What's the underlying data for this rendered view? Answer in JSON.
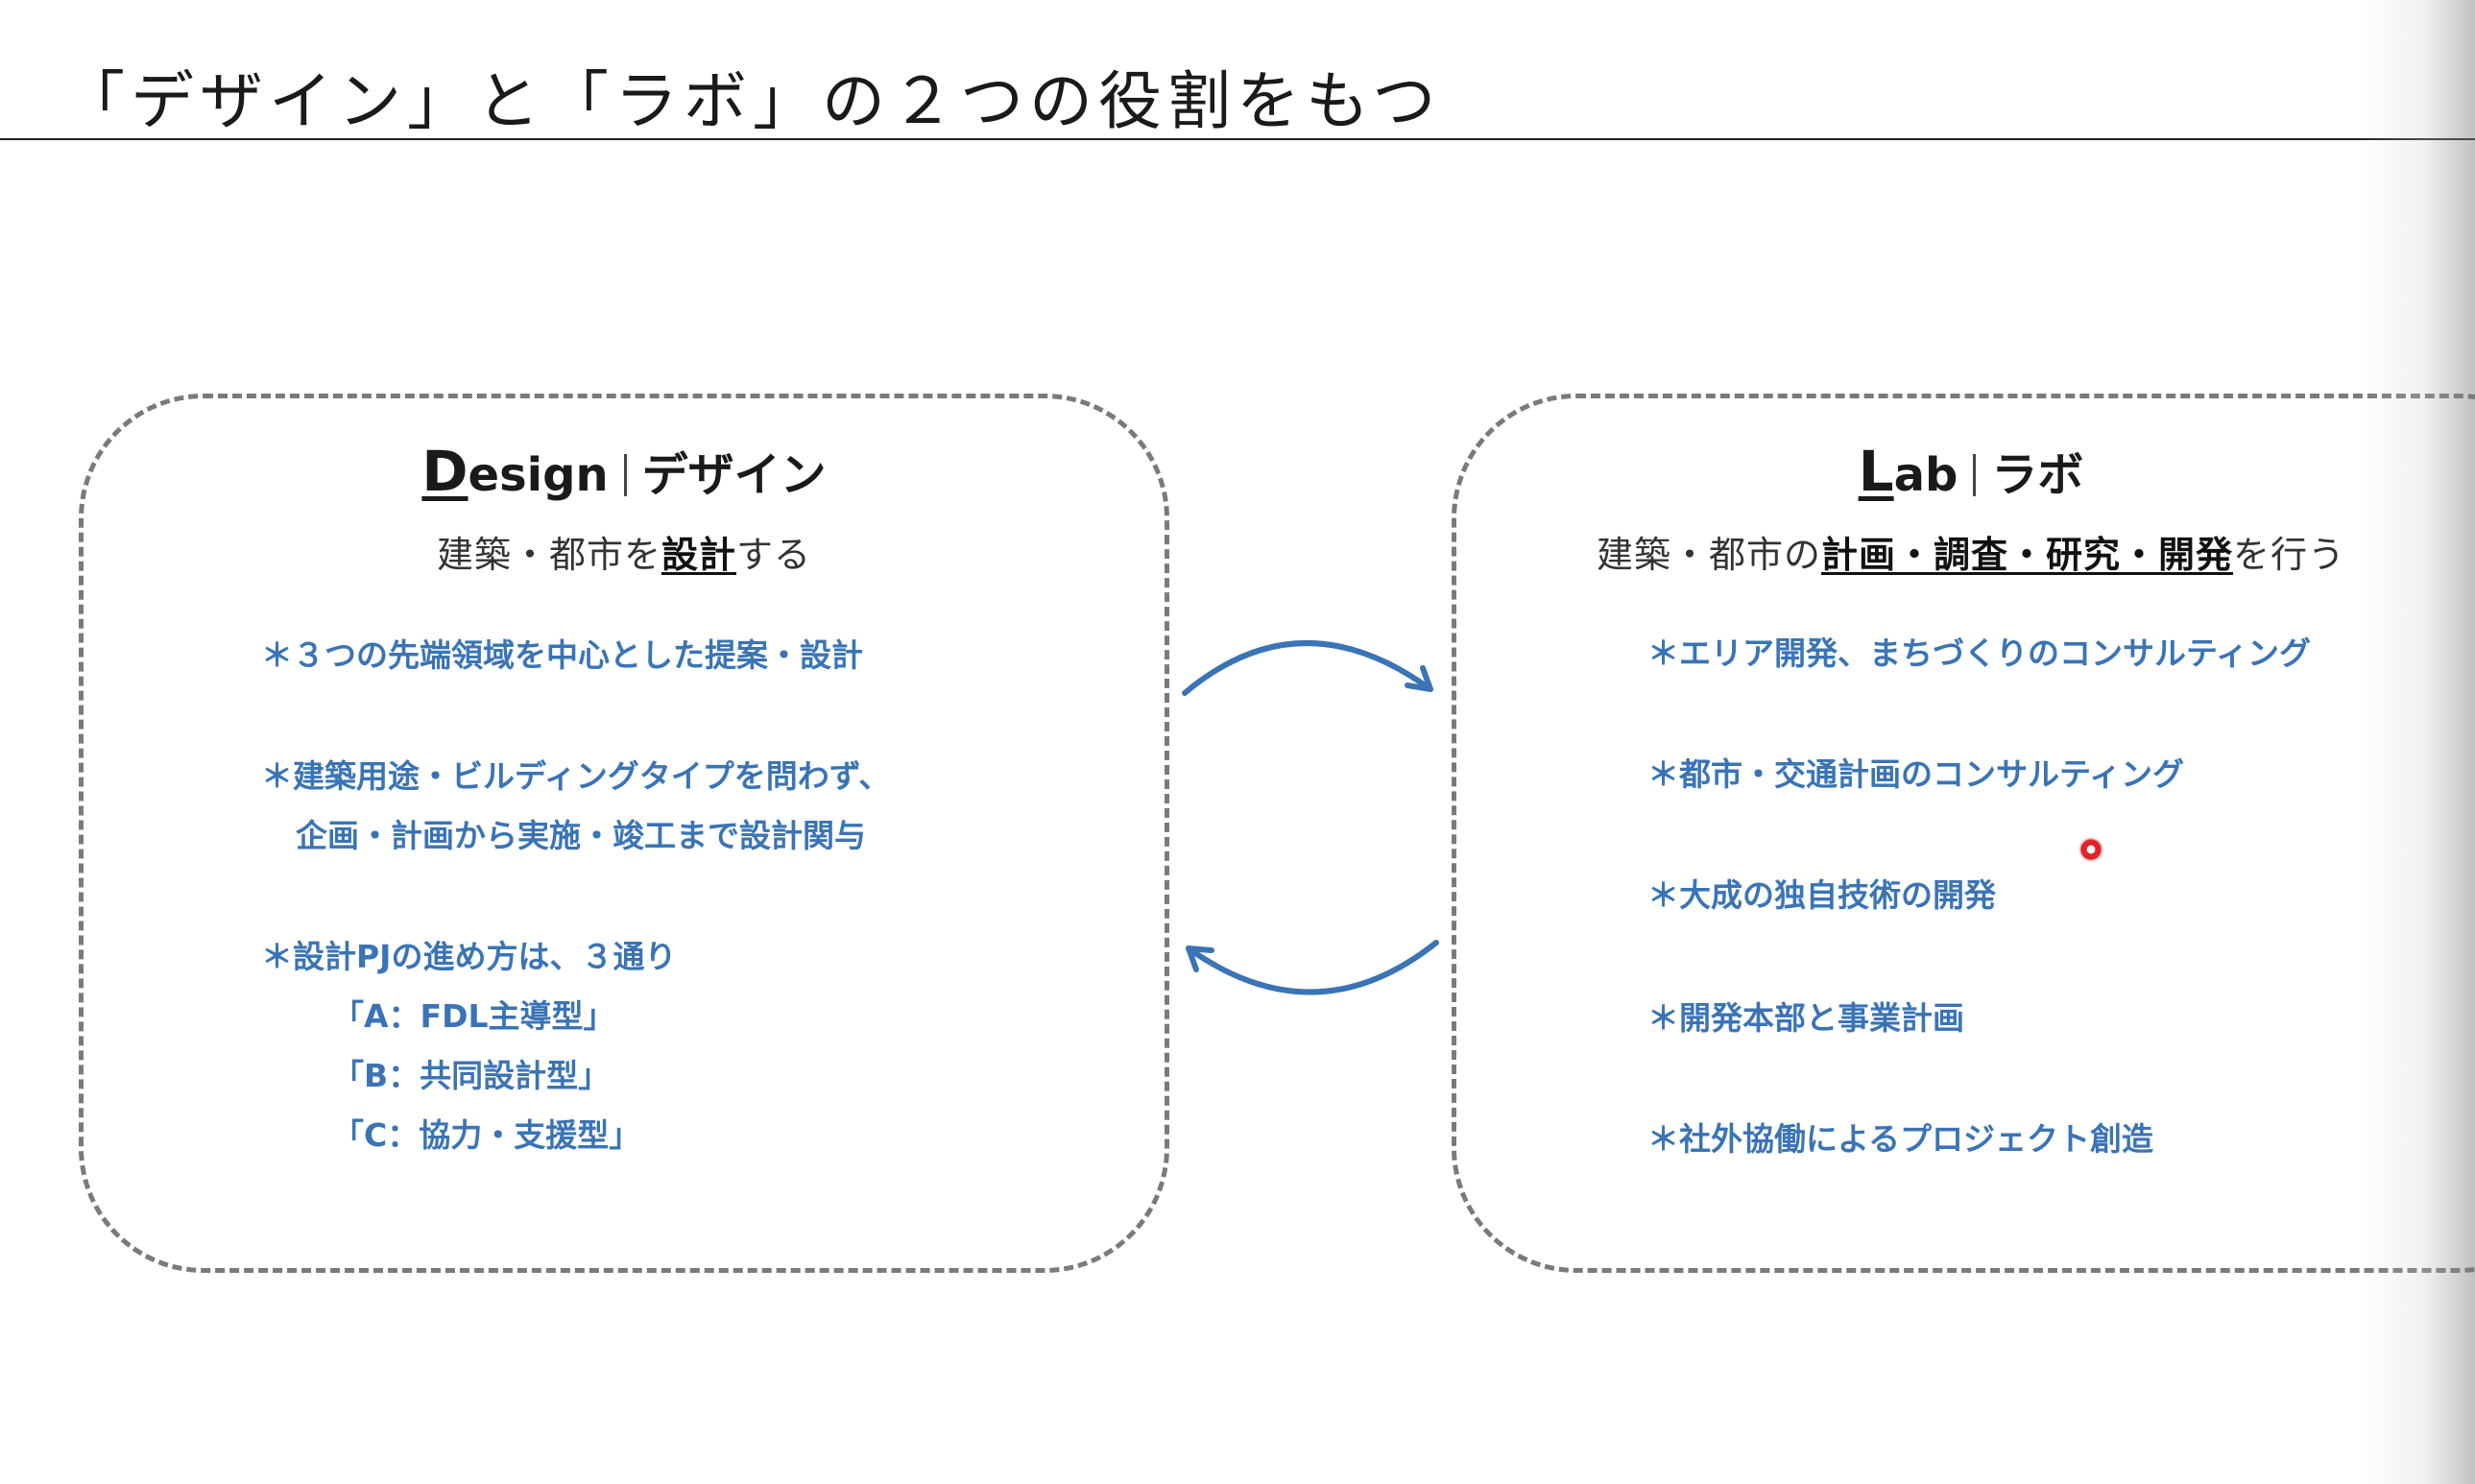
{
  "title": "「デザイン」と「ラボ」の２つの役割をもつ",
  "design": {
    "initial": "D",
    "rest": "esign",
    "jp": "デザイン",
    "sub_pre": "建築・都市を",
    "sub_emph": "設計",
    "sub_post": "する",
    "bullets": [
      "＊３つの先端領域を中心とした提案・設計",
      "＊建築用途・ビルディングタイプを問わず、",
      "企画・計画から実施・竣工まで設計関与",
      "＊設計PJの進め方は、３通り",
      "「A：FDL主導型」",
      "「B：共同設計型」",
      "「C：協力・支援型」"
    ]
  },
  "lab": {
    "initial": "L",
    "rest": "ab",
    "jp": "ラボ",
    "sub_pre": "建築・都市の",
    "sub_emph": "計画・調査・研究・開発",
    "sub_post": "を行う",
    "bullets": [
      "＊エリア開発、まちづくりのコンサルティング",
      "＊都市・交通計画のコンサルティング",
      "＊大成の独自技術の開発",
      "＊開発本部と事業計画",
      "＊社外協働によるプロジェクト創造"
    ]
  },
  "colors": {
    "bullet_text": "#3a74b6",
    "arrow": "#3a74b6",
    "dashed_border": "#7a7a7a"
  },
  "icons": [
    "arrow-right-curved-icon",
    "arrow-left-curved-icon",
    "cursor-indicator-icon"
  ]
}
